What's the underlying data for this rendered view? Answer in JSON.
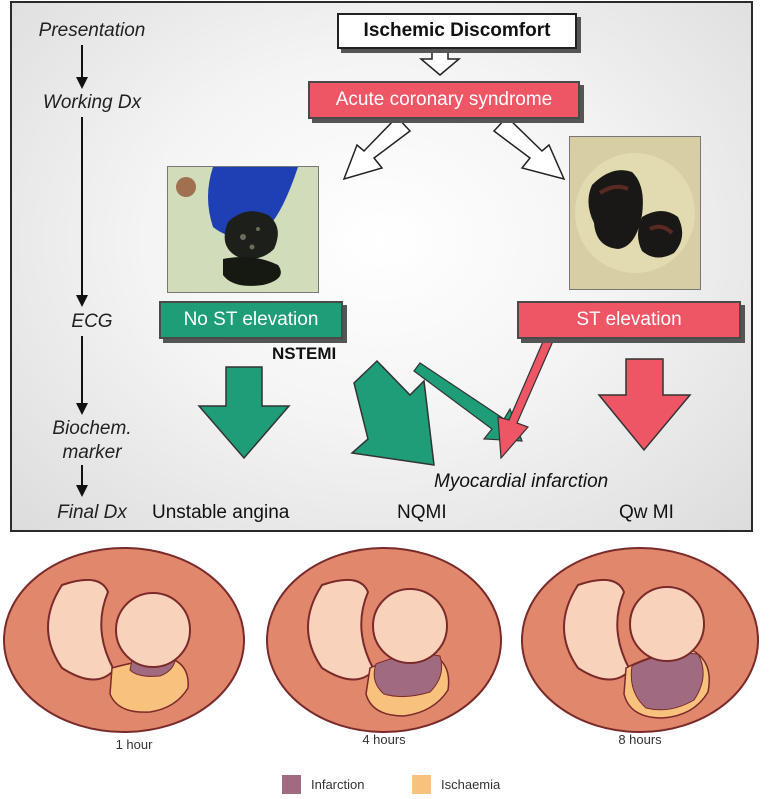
{
  "stages": [
    "Presentation",
    "Working Dx",
    "ECG",
    "Biochem.\nmarker",
    "Final Dx"
  ],
  "boxes": {
    "ischemic": "Ischemic Discomfort",
    "acs": "Acute coronary syndrome",
    "no_st": "No ST elevation",
    "st": "ST elevation"
  },
  "labels": {
    "nstemi": "NSTEMI",
    "mi": "Myocardial infarction",
    "unstable": "Unstable angina",
    "nqmi": "NQMI",
    "qwmi": "Qw MI"
  },
  "hearts": [
    "1 hour",
    "4 hours",
    "8 hours"
  ],
  "legend": [
    {
      "label": "Infarction",
      "color": "#a06a80"
    },
    {
      "label": "Ischaemia",
      "color": "#f8c27e"
    }
  ],
  "colors": {
    "red": "#ee5565",
    "green": "#1e9d78",
    "heart_wall": "#e0876c",
    "cavity": "#f9d2bc"
  }
}
